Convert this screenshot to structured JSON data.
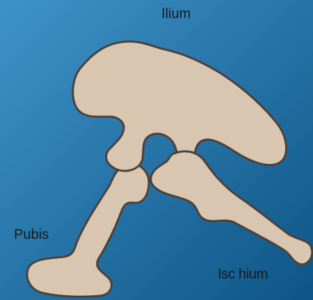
{
  "labels": {
    "ilium": "Ilium",
    "pubis": "Pubis",
    "ischium": "Isc hium"
  },
  "colors": {
    "background_light": "#3f93c9",
    "background_dark": "#0d5586",
    "bone_fill": "#d8c6b0",
    "bone_outline": "#4d4039",
    "label_text": "#1a1a1a"
  }
}
